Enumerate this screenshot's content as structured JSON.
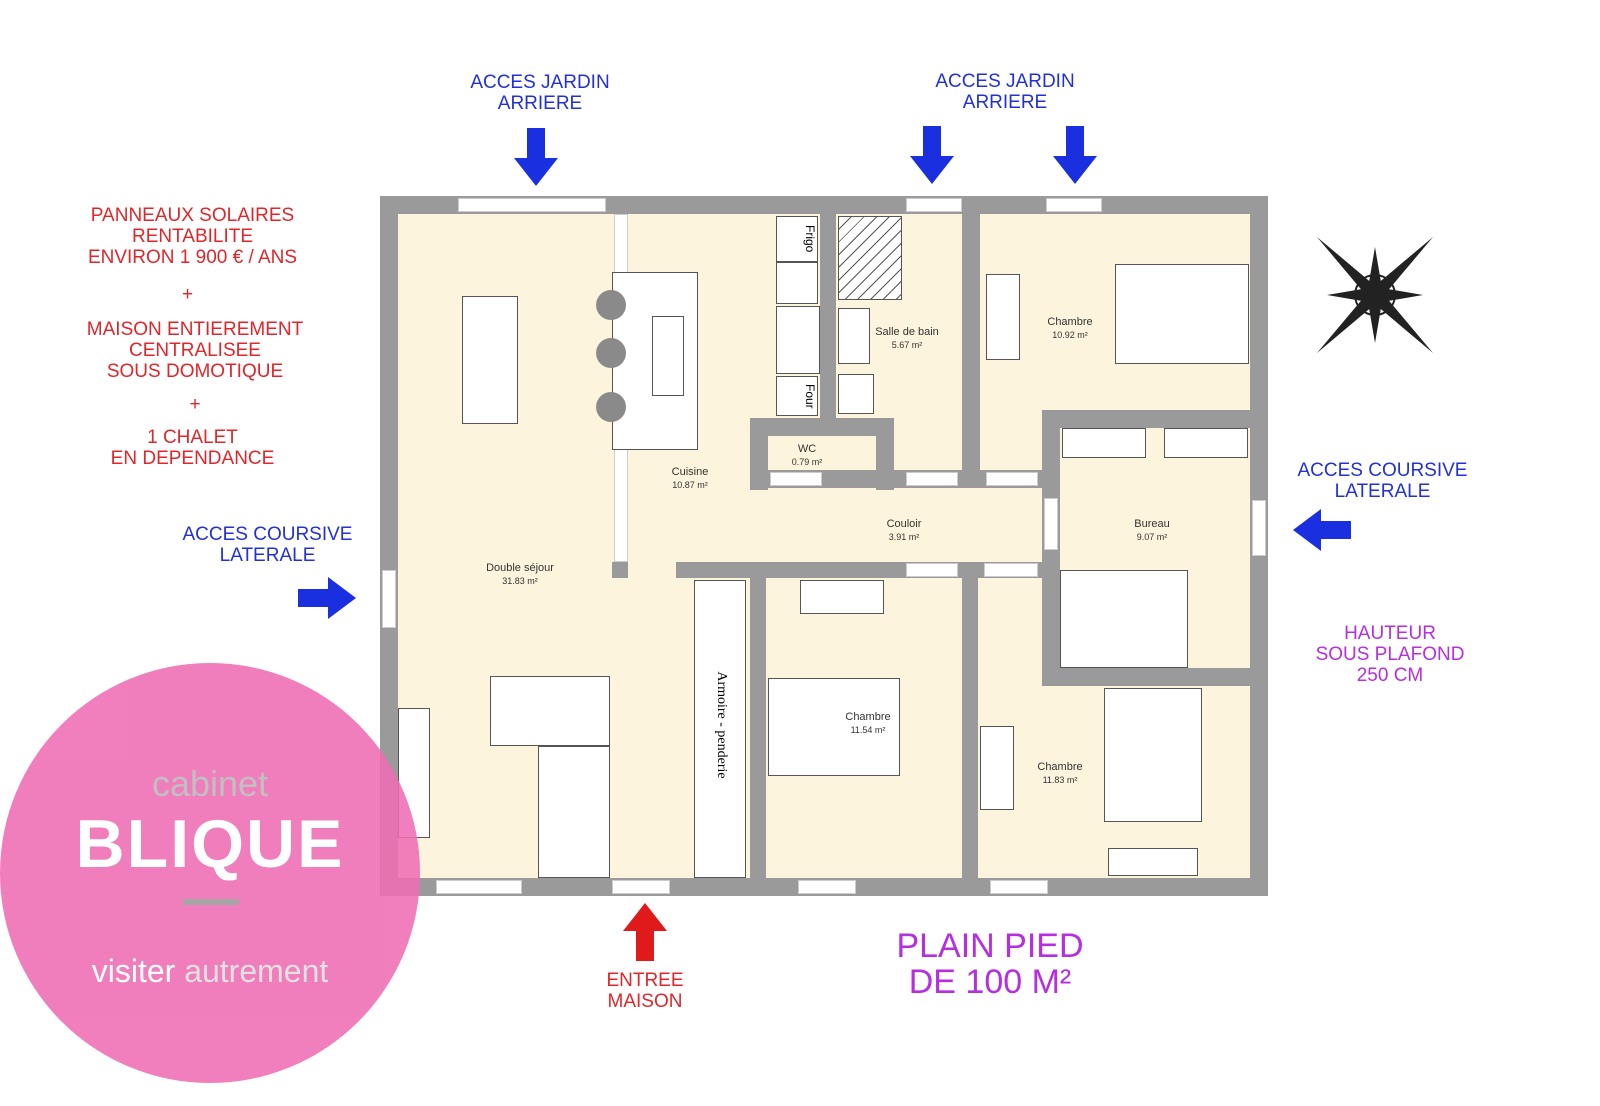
{
  "notes": {
    "solar": [
      "PANNEAUX SOLAIRES",
      "RENTABILITE",
      "ENVIRON 1 900 € / ANS"
    ],
    "plus1": "+",
    "domotique": [
      "MAISON ENTIEREMENT",
      "CENTRALISEE",
      "SOUS DOMOTIQUE"
    ],
    "plus2": "+",
    "chalet": [
      "1 CHALET",
      "EN DEPENDANCE"
    ],
    "garden_left": [
      "ACCES JARDIN",
      "ARRIERE"
    ],
    "garden_right": [
      "ACCES JARDIN",
      "ARRIERE"
    ],
    "coursive_left": [
      "ACCES COURSIVE",
      "LATERALE"
    ],
    "coursive_right": [
      "ACCES COURSIVE",
      "LATERALE"
    ],
    "hauteur": [
      "HAUTEUR",
      "SOUS PLAFOND",
      "250 CM"
    ],
    "entree": [
      "ENTREE",
      "MAISON"
    ],
    "surface": [
      "PLAIN PIED",
      "DE 100 M²"
    ]
  },
  "rooms": {
    "sejour": {
      "name": "Double séjour",
      "area": "31.83 m²"
    },
    "cuisine": {
      "name": "Cuisine",
      "area": "10.87 m²"
    },
    "sdb": {
      "name": "Salle de bain",
      "area": "5.67 m²"
    },
    "wc": {
      "name": "WC",
      "area": "0.79 m²"
    },
    "chambre1": {
      "name": "Chambre",
      "area": "10.92 m²"
    },
    "couloir": {
      "name": "Couloir",
      "area": "3.91 m²"
    },
    "bureau": {
      "name": "Bureau",
      "area": "9.07 m²"
    },
    "chambre2": {
      "name": "Chambre",
      "area": "11.54 m²"
    },
    "chambre3": {
      "name": "Chambre",
      "area": "11.83 m²"
    }
  },
  "furniture": {
    "frigo": "Frigo",
    "four": "Four",
    "armoire": "Armoire - penderie"
  },
  "logo": {
    "top": "cabinet",
    "brand": "BLIQUE",
    "tagline_a": "visiter",
    "tagline_b": "autrement"
  },
  "colors": {
    "wall": "#9a9a9a",
    "floor": "#fcf4dc",
    "logo": "#ef6db4",
    "blue_arrow": "#1a2fe0",
    "red_arrow": "#e01a1a"
  }
}
